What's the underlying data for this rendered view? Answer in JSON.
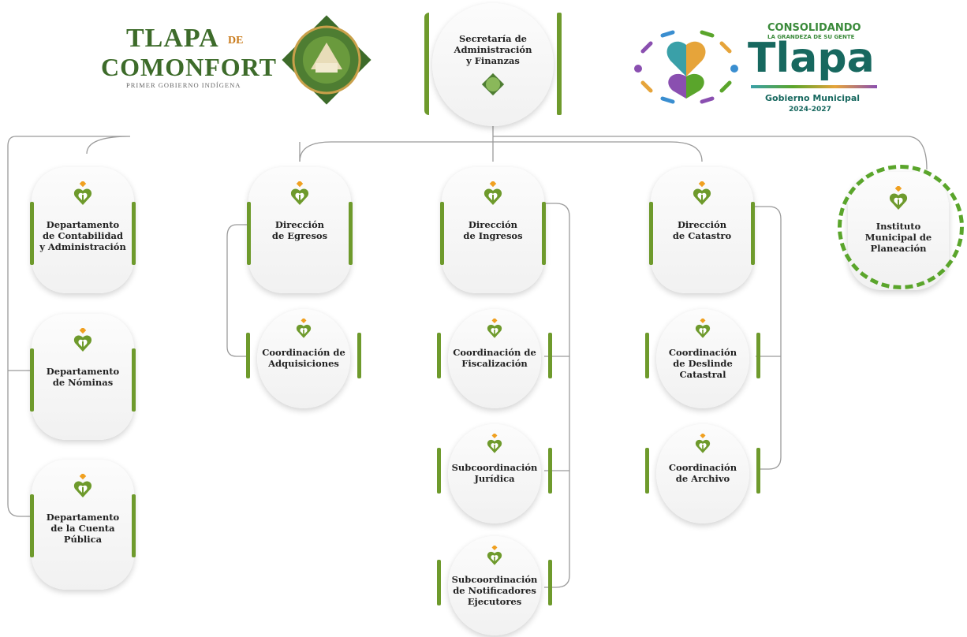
{
  "header": {
    "left_logo": {
      "line1": "TLAPA",
      "de": "DE",
      "line2": "COMONFORT",
      "tagline": "PRIMER GOBIERNO INDÍGENA"
    },
    "right_logo": {
      "consolidando": "CONSOLIDANDO",
      "grandeza": "LA GRANDEZA DE SU GENTE",
      "city": "Tlapa",
      "gobierno": "Gobierno Municipal",
      "period": "2024-2027"
    }
  },
  "org": {
    "root": "Secretaría de\nAdministración\ny Finanzas",
    "departments": [
      "Departamento\nde  Contabilidad\ny Administración",
      "Departamento\nde Nóminas",
      "Departamento\nde la Cuenta\nPública"
    ],
    "direcciones": {
      "egresos": "Dirección\nde Egresos",
      "ingresos": "Dirección\nde Ingresos",
      "catastro": "Dirección\nde Catastro"
    },
    "instituto": "Instituto\nMunicipal de\nPlaneación",
    "egresos_children": [
      "Coordinación de\nAdquisiciones"
    ],
    "ingresos_children": [
      "Coordinación de\nFiscalización",
      "Subcoordinación\nJurídica",
      "Subcoordinación\nde Notificadores\nEjecutores"
    ],
    "catastro_children": [
      "Coordinación\nde Deslinde\nCatastral",
      "Coordinación\nde Archivo"
    ]
  },
  "colors": {
    "green": "#6e9a2c",
    "highlight": "#5aa52b",
    "orange": "#f0a020",
    "line": "#9a9a9a"
  },
  "icons": {
    "node_emblem": "heart-leaf-emblem-icon"
  }
}
